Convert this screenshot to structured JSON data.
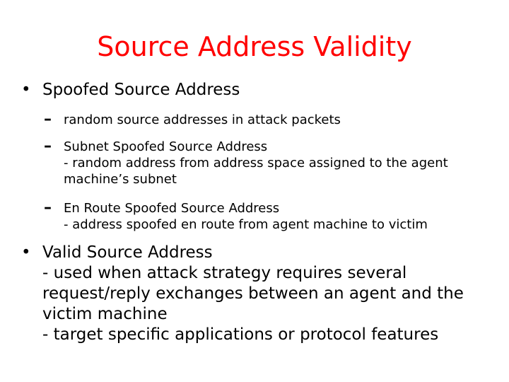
{
  "slide": {
    "title": "Source Address Validity",
    "title_color": "#ff0000",
    "bullets": [
      {
        "marker": "•",
        "text": "Spoofed Source Address",
        "subitems": [
          {
            "marker": "–",
            "lines": [
              "random source addresses in attack packets"
            ]
          },
          {
            "marker": "–",
            "lines": [
              "Subnet Spoofed Source Address",
              "- random address from address space assigned to the agent",
              "machine’s subnet"
            ]
          },
          {
            "marker": "–",
            "lines": [
              "En Route Spoofed Source Address",
              "- address spoofed en route from agent machine to victim"
            ]
          }
        ]
      },
      {
        "marker": "•",
        "lines": [
          "Valid Source Address",
          "- used when attack strategy requires several",
          "request/reply exchanges between an agent and the",
          "victim machine",
          "- target specific applications or protocol features"
        ]
      }
    ]
  }
}
